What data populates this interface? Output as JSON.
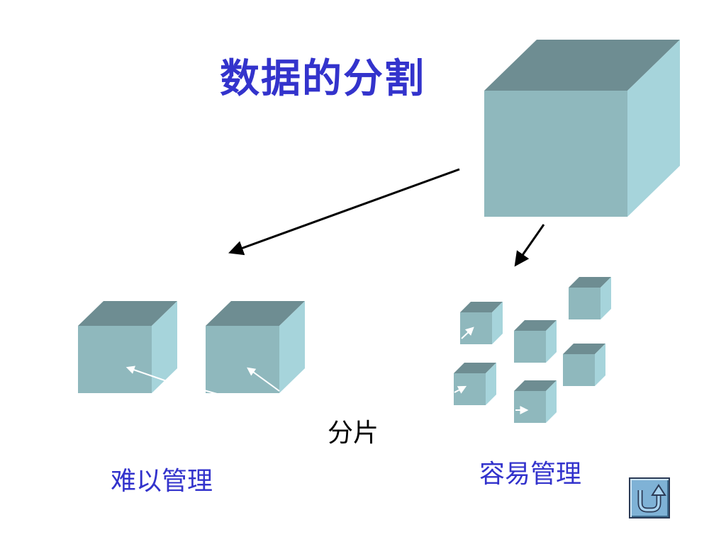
{
  "slide": {
    "title": "数据的分割"
  },
  "labels": {
    "hard_to_manage": "难以管理",
    "easy_to_manage": "容易管理",
    "sharding": "分片"
  },
  "colors": {
    "title": "#3333cc",
    "cube_front": "#8fb8bd",
    "cube_top": "#6e8d92",
    "cube_side": "#a6d4db",
    "arrow": "#000000",
    "inner_arrow": "#ffffff",
    "back_button": "#7fb2d6"
  },
  "icons": {
    "back": "return-arrow-icon"
  }
}
